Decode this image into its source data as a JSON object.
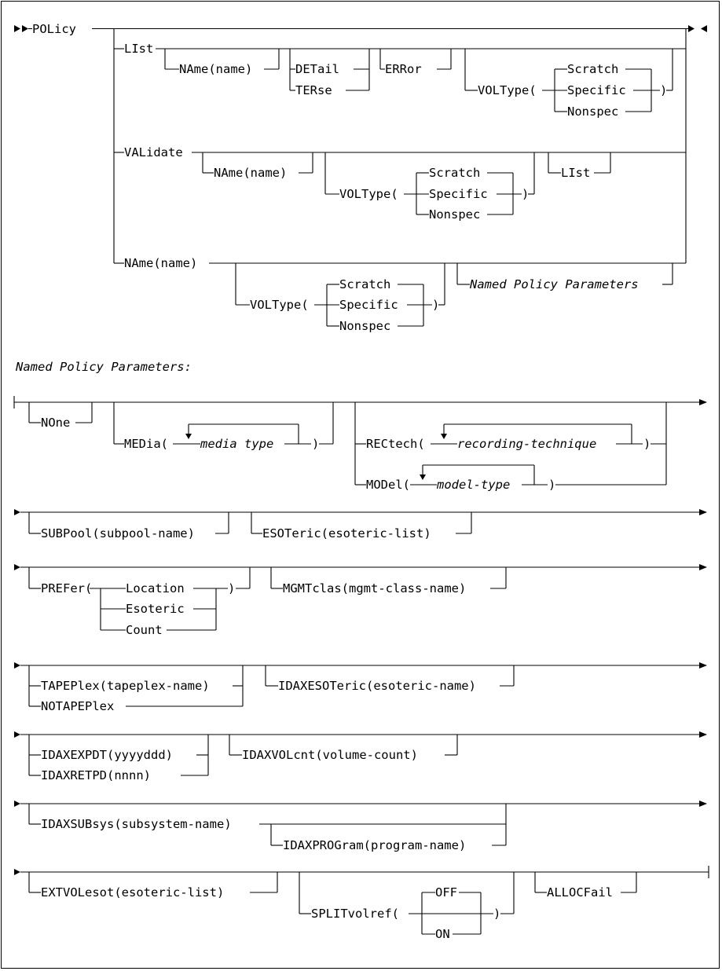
{
  "syntax": {
    "command": "POLicy",
    "list": {
      "keyword": "LIst",
      "name": "NAme(",
      "name_var": "name",
      "close": ")",
      "detail": "DETail",
      "terse": "TERse",
      "error": "ERRor"
    },
    "voltype": {
      "open": "VOLType(",
      "scratch": "Scratch",
      "specific": "Specific",
      "nonspec": "Nonspec",
      "close": ")"
    },
    "validate": {
      "keyword": "VALidate",
      "list": "LIst"
    },
    "named": {
      "ref": "Named Policy Parameters"
    }
  },
  "fragment": {
    "title": "Named Policy Parameters:",
    "none": "NOne",
    "media": {
      "open": "MEDia(",
      "var": "media type",
      "close": ")"
    },
    "rectech": {
      "open": "RECtech(",
      "var": "recording-technique",
      "close": ")"
    },
    "model": {
      "open": "MODel(",
      "var": "model-type",
      "close": ")"
    },
    "subpool": {
      "open": "SUBPool(",
      "var": "subpool-name",
      "close": ")"
    },
    "esoteric": {
      "open": "ESOTeric(",
      "var": "esoteric-list",
      "close": ")"
    },
    "prefer": {
      "open": "PREFer(",
      "location": "Location",
      "esoteric": "Esoteric",
      "count": "Count",
      "close": ")"
    },
    "mgmtclas": {
      "open": "MGMTclas(",
      "var": "mgmt-class-name",
      "close": ")"
    },
    "tapeplex": {
      "open": "TAPEPlex(",
      "var": "tapeplex-name",
      "close": ")",
      "no": "NOTAPEPlex"
    },
    "idaxesoteric": {
      "open": "IDAXESOTeric(",
      "var": "esoteric-name",
      "close": ")"
    },
    "idaxexpdt": {
      "open": "IDAXEXPDT(",
      "var": "yyyyddd",
      "close": ")"
    },
    "idaxretpd": {
      "open": "IDAXRETPD(",
      "var": "nnnn",
      "close": ")"
    },
    "idaxvolcnt": {
      "open": "IDAXVOLcnt(",
      "var": "volume-count",
      "close": ")"
    },
    "idaxsubsys": {
      "open": "IDAXSUBsys(",
      "var": "subsystem-name",
      "close": ")"
    },
    "idaxprogram": {
      "open": "IDAXPROGram(",
      "var": "program-name",
      "close": ")"
    },
    "extvolesot": {
      "open": "EXTVOLesot(",
      "var": "esoteric-list",
      "close": ")"
    },
    "splitvolref": {
      "open": "SPLITvolref(",
      "off": "OFF",
      "on": "ON",
      "close": ")"
    },
    "allocfail": "ALLOCFail"
  }
}
